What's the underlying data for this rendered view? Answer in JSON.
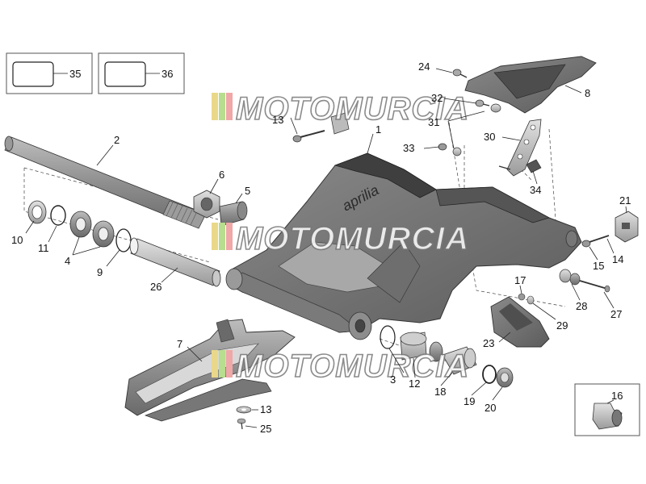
{
  "watermark": {
    "text": "MOTOMURCIA"
  },
  "frame_branding": "aprilia",
  "callouts": [
    {
      "id": "1",
      "label": "1"
    },
    {
      "id": "2",
      "label": "2"
    },
    {
      "id": "3",
      "label": "3"
    },
    {
      "id": "4",
      "label": "4"
    },
    {
      "id": "5",
      "label": "5"
    },
    {
      "id": "6",
      "label": "6"
    },
    {
      "id": "7",
      "label": "7"
    },
    {
      "id": "8",
      "label": "8"
    },
    {
      "id": "9",
      "label": "9"
    },
    {
      "id": "10",
      "label": "10"
    },
    {
      "id": "11",
      "label": "11"
    },
    {
      "id": "12",
      "label": "12"
    },
    {
      "id": "13",
      "label": "13"
    },
    {
      "id": "13b",
      "label": "13"
    },
    {
      "id": "14",
      "label": "14"
    },
    {
      "id": "15",
      "label": "15"
    },
    {
      "id": "16",
      "label": "16"
    },
    {
      "id": "17",
      "label": "17"
    },
    {
      "id": "18",
      "label": "18"
    },
    {
      "id": "19",
      "label": "19"
    },
    {
      "id": "20",
      "label": "20"
    },
    {
      "id": "21",
      "label": "21"
    },
    {
      "id": "23",
      "label": "23"
    },
    {
      "id": "24",
      "label": "24"
    },
    {
      "id": "25",
      "label": "25"
    },
    {
      "id": "26",
      "label": "26"
    },
    {
      "id": "27",
      "label": "27"
    },
    {
      "id": "28",
      "label": "28"
    },
    {
      "id": "29",
      "label": "29"
    },
    {
      "id": "30",
      "label": "30"
    },
    {
      "id": "31",
      "label": "31"
    },
    {
      "id": "32",
      "label": "32"
    },
    {
      "id": "33",
      "label": "33"
    },
    {
      "id": "34",
      "label": "34"
    },
    {
      "id": "35",
      "label": "35"
    },
    {
      "id": "36",
      "label": "36"
    }
  ]
}
